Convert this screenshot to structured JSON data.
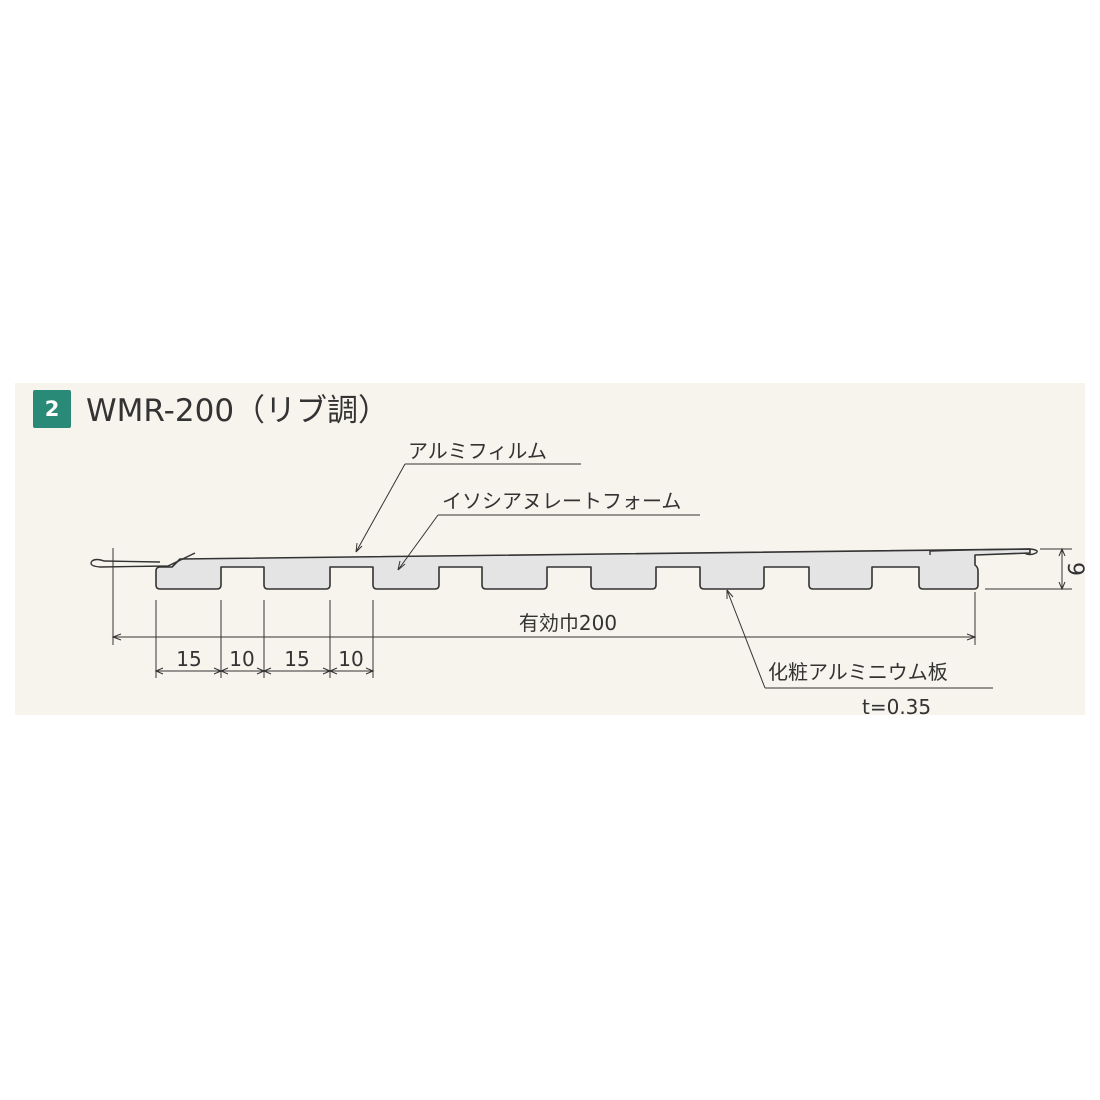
{
  "header": {
    "badge": "2",
    "title": "WMR-200（リブ調）"
  },
  "labels": {
    "film": "アルミフィルム",
    "foam": "イソシアヌレートフォーム",
    "effective_width": "有効巾200",
    "plate": "化粧アルミニウム板",
    "thickness": "t=0.35",
    "height": "9"
  },
  "dimensions": [
    "15",
    "10",
    "15",
    "10"
  ],
  "colors": {
    "accent": "#2a8a78",
    "panel_bg": "#f7f4ee",
    "foam_fill": "#e4e4e4",
    "line": "#333333"
  }
}
